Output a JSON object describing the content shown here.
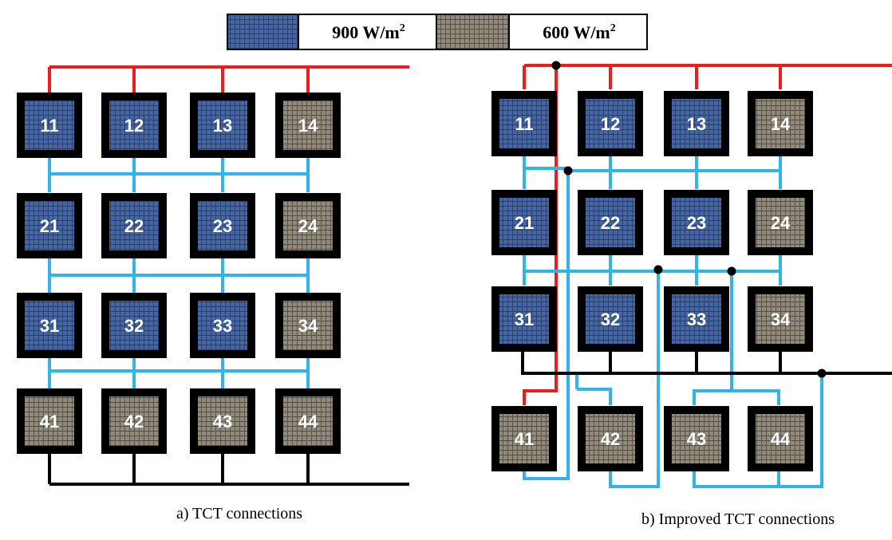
{
  "legend": {
    "high": {
      "label": "900 W/m",
      "sup": "2",
      "color": "#3d66b4"
    },
    "low": {
      "label": "600 W/m",
      "sup": "2",
      "color": "#948a78"
    }
  },
  "colors": {
    "positive_bus": "#ee1c1c",
    "tie": "#33b4e6",
    "negative_bus": "#000000",
    "frame": "#000000"
  },
  "diagrams": [
    {
      "id": "tct",
      "caption": "a)  TCT connections",
      "rows": [
        [
          {
            "label": "11",
            "irr": "high"
          },
          {
            "label": "12",
            "irr": "high"
          },
          {
            "label": "13",
            "irr": "high"
          },
          {
            "label": "14",
            "irr": "low"
          }
        ],
        [
          {
            "label": "21",
            "irr": "high"
          },
          {
            "label": "22",
            "irr": "high"
          },
          {
            "label": "23",
            "irr": "high"
          },
          {
            "label": "24",
            "irr": "low"
          }
        ],
        [
          {
            "label": "31",
            "irr": "high"
          },
          {
            "label": "32",
            "irr": "high"
          },
          {
            "label": "33",
            "irr": "high"
          },
          {
            "label": "34",
            "irr": "low"
          }
        ],
        [
          {
            "label": "41",
            "irr": "low"
          },
          {
            "label": "42",
            "irr": "low"
          },
          {
            "label": "43",
            "irr": "low"
          },
          {
            "label": "44",
            "irr": "low"
          }
        ]
      ]
    },
    {
      "id": "improved-tct",
      "caption": "b)  Improved TCT connections",
      "rows": [
        [
          {
            "label": "11",
            "irr": "high"
          },
          {
            "label": "12",
            "irr": "high"
          },
          {
            "label": "13",
            "irr": "high"
          },
          {
            "label": "14",
            "irr": "low"
          }
        ],
        [
          {
            "label": "21",
            "irr": "high"
          },
          {
            "label": "22",
            "irr": "high"
          },
          {
            "label": "23",
            "irr": "high"
          },
          {
            "label": "24",
            "irr": "low"
          }
        ],
        [
          {
            "label": "31",
            "irr": "high"
          },
          {
            "label": "32",
            "irr": "high"
          },
          {
            "label": "33",
            "irr": "high"
          },
          {
            "label": "34",
            "irr": "low"
          }
        ],
        [
          {
            "label": "41",
            "irr": "low"
          },
          {
            "label": "42",
            "irr": "low"
          },
          {
            "label": "43",
            "irr": "low"
          },
          {
            "label": "44",
            "irr": "low"
          }
        ]
      ]
    }
  ]
}
